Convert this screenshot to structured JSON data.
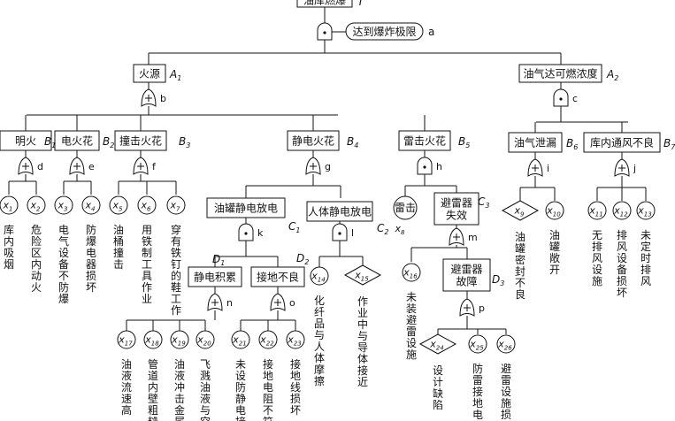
{
  "top": {
    "label": "油库燃爆",
    "code": "T"
  },
  "condition_a": {
    "label": "达到爆炸极限",
    "code": "a"
  },
  "A1": {
    "label": "火源",
    "code": "A1"
  },
  "A2": {
    "label": "油气达可燃浓度",
    "code": "A2"
  },
  "B1": {
    "label": "明火",
    "code": "B1"
  },
  "B2": {
    "label": "电火花",
    "code": "B2"
  },
  "B3": {
    "label": "撞击火花",
    "code": "B3"
  },
  "B4": {
    "label": "静电火花",
    "code": "B4"
  },
  "B5": {
    "label": "雷击火花",
    "code": "B5"
  },
  "B6": {
    "label": "油气泄漏",
    "code": "B6"
  },
  "B7": {
    "label": "库内通风不良",
    "code": "B7"
  },
  "C1": {
    "label": "油罐静电放电",
    "code": "C1"
  },
  "C2": {
    "label": "人体静电放电",
    "code": "C2"
  },
  "C3": {
    "label": "避雷器失效",
    "code": "C3"
  },
  "D1": {
    "label": "静电积累",
    "code": "D1"
  },
  "D2": {
    "label": "接地不良",
    "code": "D2"
  },
  "D3": {
    "label": "避雷器故障",
    "code": "D3"
  },
  "x8_label": "雷击",
  "gate_letters": [
    "b",
    "c",
    "d",
    "e",
    "f",
    "g",
    "h",
    "i",
    "j",
    "k",
    "l",
    "m",
    "n",
    "o",
    "p"
  ],
  "events": [
    {
      "id": "x1",
      "text": "库内吸烟"
    },
    {
      "id": "x2",
      "text": "危险区内动火"
    },
    {
      "id": "x3",
      "text": "电气设备不防爆"
    },
    {
      "id": "x4",
      "text": "防爆电器损坏"
    },
    {
      "id": "x5",
      "text": "油桶撞击"
    },
    {
      "id": "x6",
      "text": "用铁制工具作业"
    },
    {
      "id": "x7",
      "text": "穿有铁钉的鞋工作"
    },
    {
      "id": "x8",
      "text": ""
    },
    {
      "id": "x9",
      "text": "油罐密封不良"
    },
    {
      "id": "x10",
      "text": "油罐敞开"
    },
    {
      "id": "x11",
      "text": "无排风设施"
    },
    {
      "id": "x12",
      "text": "排风设备损坏"
    },
    {
      "id": "x13",
      "text": "未定时排风"
    },
    {
      "id": "x14",
      "text": "化纤品与人体摩擦"
    },
    {
      "id": "x15",
      "text": "作业中与导体接近"
    },
    {
      "id": "x16",
      "text": "未装避雷设施"
    },
    {
      "id": "x17",
      "text": "油液流速高"
    },
    {
      "id": "x18",
      "text": "管道内壁粗糙"
    },
    {
      "id": "x19",
      "text": "油液冲击金属"
    },
    {
      "id": "x20",
      "text": "飞溅油液与空"
    },
    {
      "id": "x21",
      "text": "未设防静电接"
    },
    {
      "id": "x22",
      "text": "接地电阻不符"
    },
    {
      "id": "x23",
      "text": "接地线损坏"
    },
    {
      "id": "x24",
      "text": "设计缺陷"
    },
    {
      "id": "x25",
      "text": "防雷接地电阻"
    },
    {
      "id": "x26",
      "text": "避雷设施损坏"
    }
  ]
}
